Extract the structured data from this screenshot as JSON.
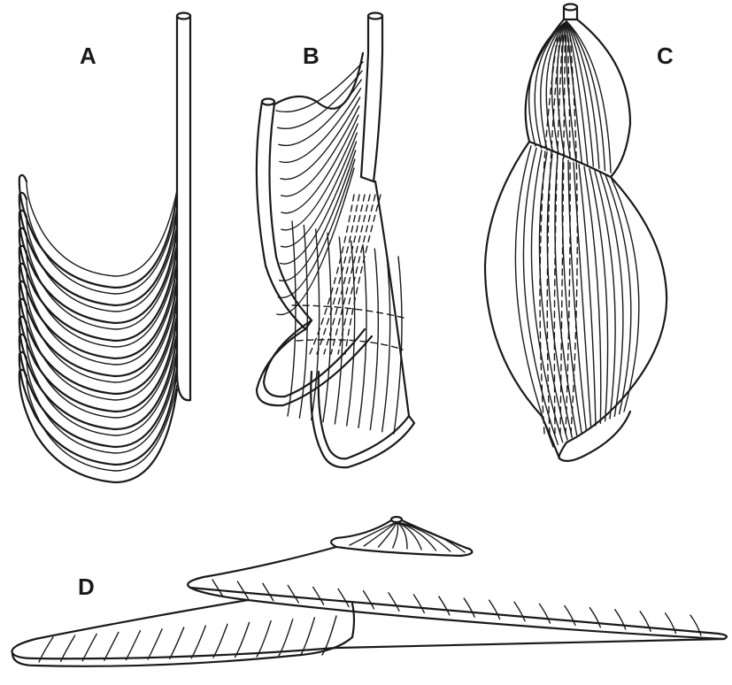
{
  "figure": {
    "panels": [
      {
        "id": "a",
        "label": "A"
      },
      {
        "id": "b",
        "label": "B"
      },
      {
        "id": "c",
        "label": "C"
      },
      {
        "id": "d",
        "label": "D"
      }
    ],
    "colors": {
      "ink": "#1a1a1a",
      "background": "#ffffff"
    }
  }
}
